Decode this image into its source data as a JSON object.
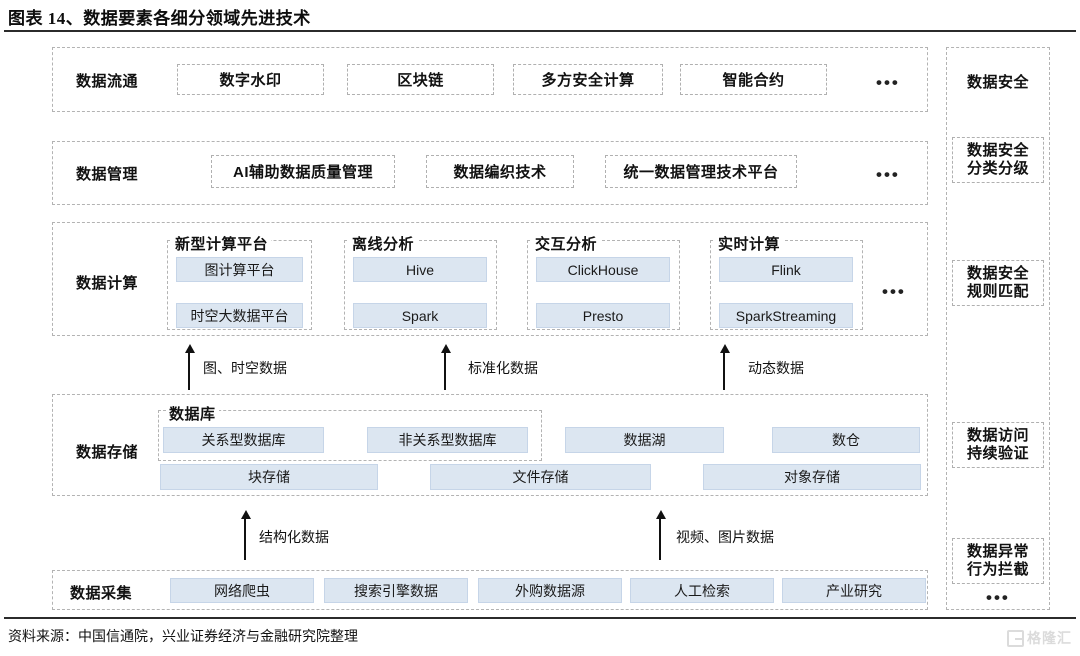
{
  "header": {
    "title": "图表 14、数据要素各细分领域先进技术",
    "source": "资料来源：中国信通院，兴业证券经济与金融研究院整理"
  },
  "watermark": {
    "text": "格隆汇",
    "icon": "logo-icon"
  },
  "colors": {
    "box_fill": "#dce6f1",
    "box_border": "#c6d5e8",
    "dashed_border": "#b3b3b3",
    "text": "#111111",
    "rule": "#2b2b2b"
  },
  "ellipsis": "•••",
  "layers": [
    {
      "id": "circulation",
      "label": "数据流通",
      "items": [
        "数字水印",
        "区块链",
        "多方安全计算",
        "智能合约"
      ],
      "trailing": "•••"
    },
    {
      "id": "management",
      "label": "数据管理",
      "items": [
        "AI辅助数据质量管理",
        "数据编织技术",
        "统一数据管理技术平台"
      ],
      "trailing": "•••"
    },
    {
      "id": "computing",
      "label": "数据计算",
      "trailing": "•••",
      "groups": [
        {
          "title": "新型计算平台",
          "items": [
            "图计算平台",
            "时空大数据平台"
          ]
        },
        {
          "title": "离线分析",
          "items": [
            "Hive",
            "Spark"
          ]
        },
        {
          "title": "交互分析",
          "items": [
            "ClickHouse",
            "Presto"
          ]
        },
        {
          "title": "实时计算",
          "items": [
            "Flink",
            "SparkStreaming"
          ]
        }
      ]
    },
    {
      "id": "storage",
      "label": "数据存储",
      "group": {
        "title": "数据库",
        "items": [
          "关系型数据库",
          "非关系型数据库"
        ]
      },
      "top_items": [
        "数据湖",
        "数仓"
      ],
      "bottom_items": [
        "块存储",
        "文件存储",
        "对象存储"
      ]
    },
    {
      "id": "collection",
      "label": "数据采集",
      "items": [
        "网络爬虫",
        "搜索引擎数据",
        "外购数据源",
        "人工检索",
        "产业研究"
      ]
    }
  ],
  "flows": [
    {
      "label": "图、时空数据"
    },
    {
      "label": "标准化数据"
    },
    {
      "label": "动态数据"
    },
    {
      "label": "结构化数据"
    },
    {
      "label": "视频、图片数据"
    }
  ],
  "security_column": {
    "items": [
      {
        "label": "数据安全",
        "boxed": false
      },
      {
        "label_line1": "数据安全",
        "label_line2": "分类分级",
        "boxed": true
      },
      {
        "label_line1": "数据安全",
        "label_line2": "规则匹配",
        "boxed": true
      },
      {
        "label_line1": "数据访问",
        "label_line2": "持续验证",
        "boxed": true
      },
      {
        "label_line1": "数据异常",
        "label_line2": "行为拦截",
        "boxed": true
      }
    ],
    "trailing": "•••"
  }
}
